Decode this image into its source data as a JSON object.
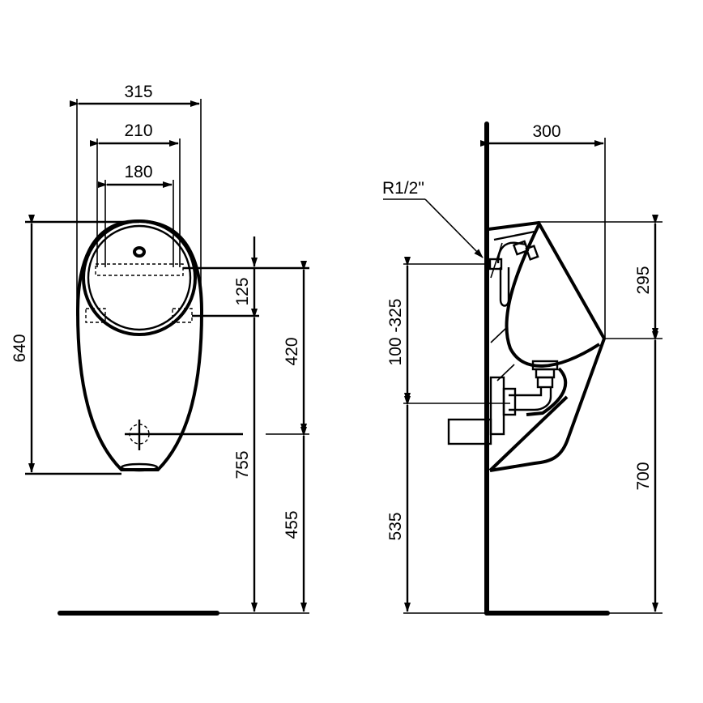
{
  "drawing": {
    "title": "Urinal dimension drawing",
    "line_color": "#000000",
    "background": "#ffffff"
  },
  "front_view": {
    "dimensions": {
      "overall_width": "315",
      "fixing_width": "210",
      "inlet_width": "180",
      "overall_height": "640",
      "top_to_fixing": "125",
      "fixing_to_outlet": "420",
      "fixing_to_floor": "755",
      "outlet_to_floor": "455"
    }
  },
  "side_view": {
    "dimensions": {
      "projection": "300",
      "inlet_thread": "R1/2\"",
      "inlet_height_range": "100 -325",
      "outlet_to_floor": "535",
      "rim_depth": "295",
      "rim_height": "700"
    }
  }
}
